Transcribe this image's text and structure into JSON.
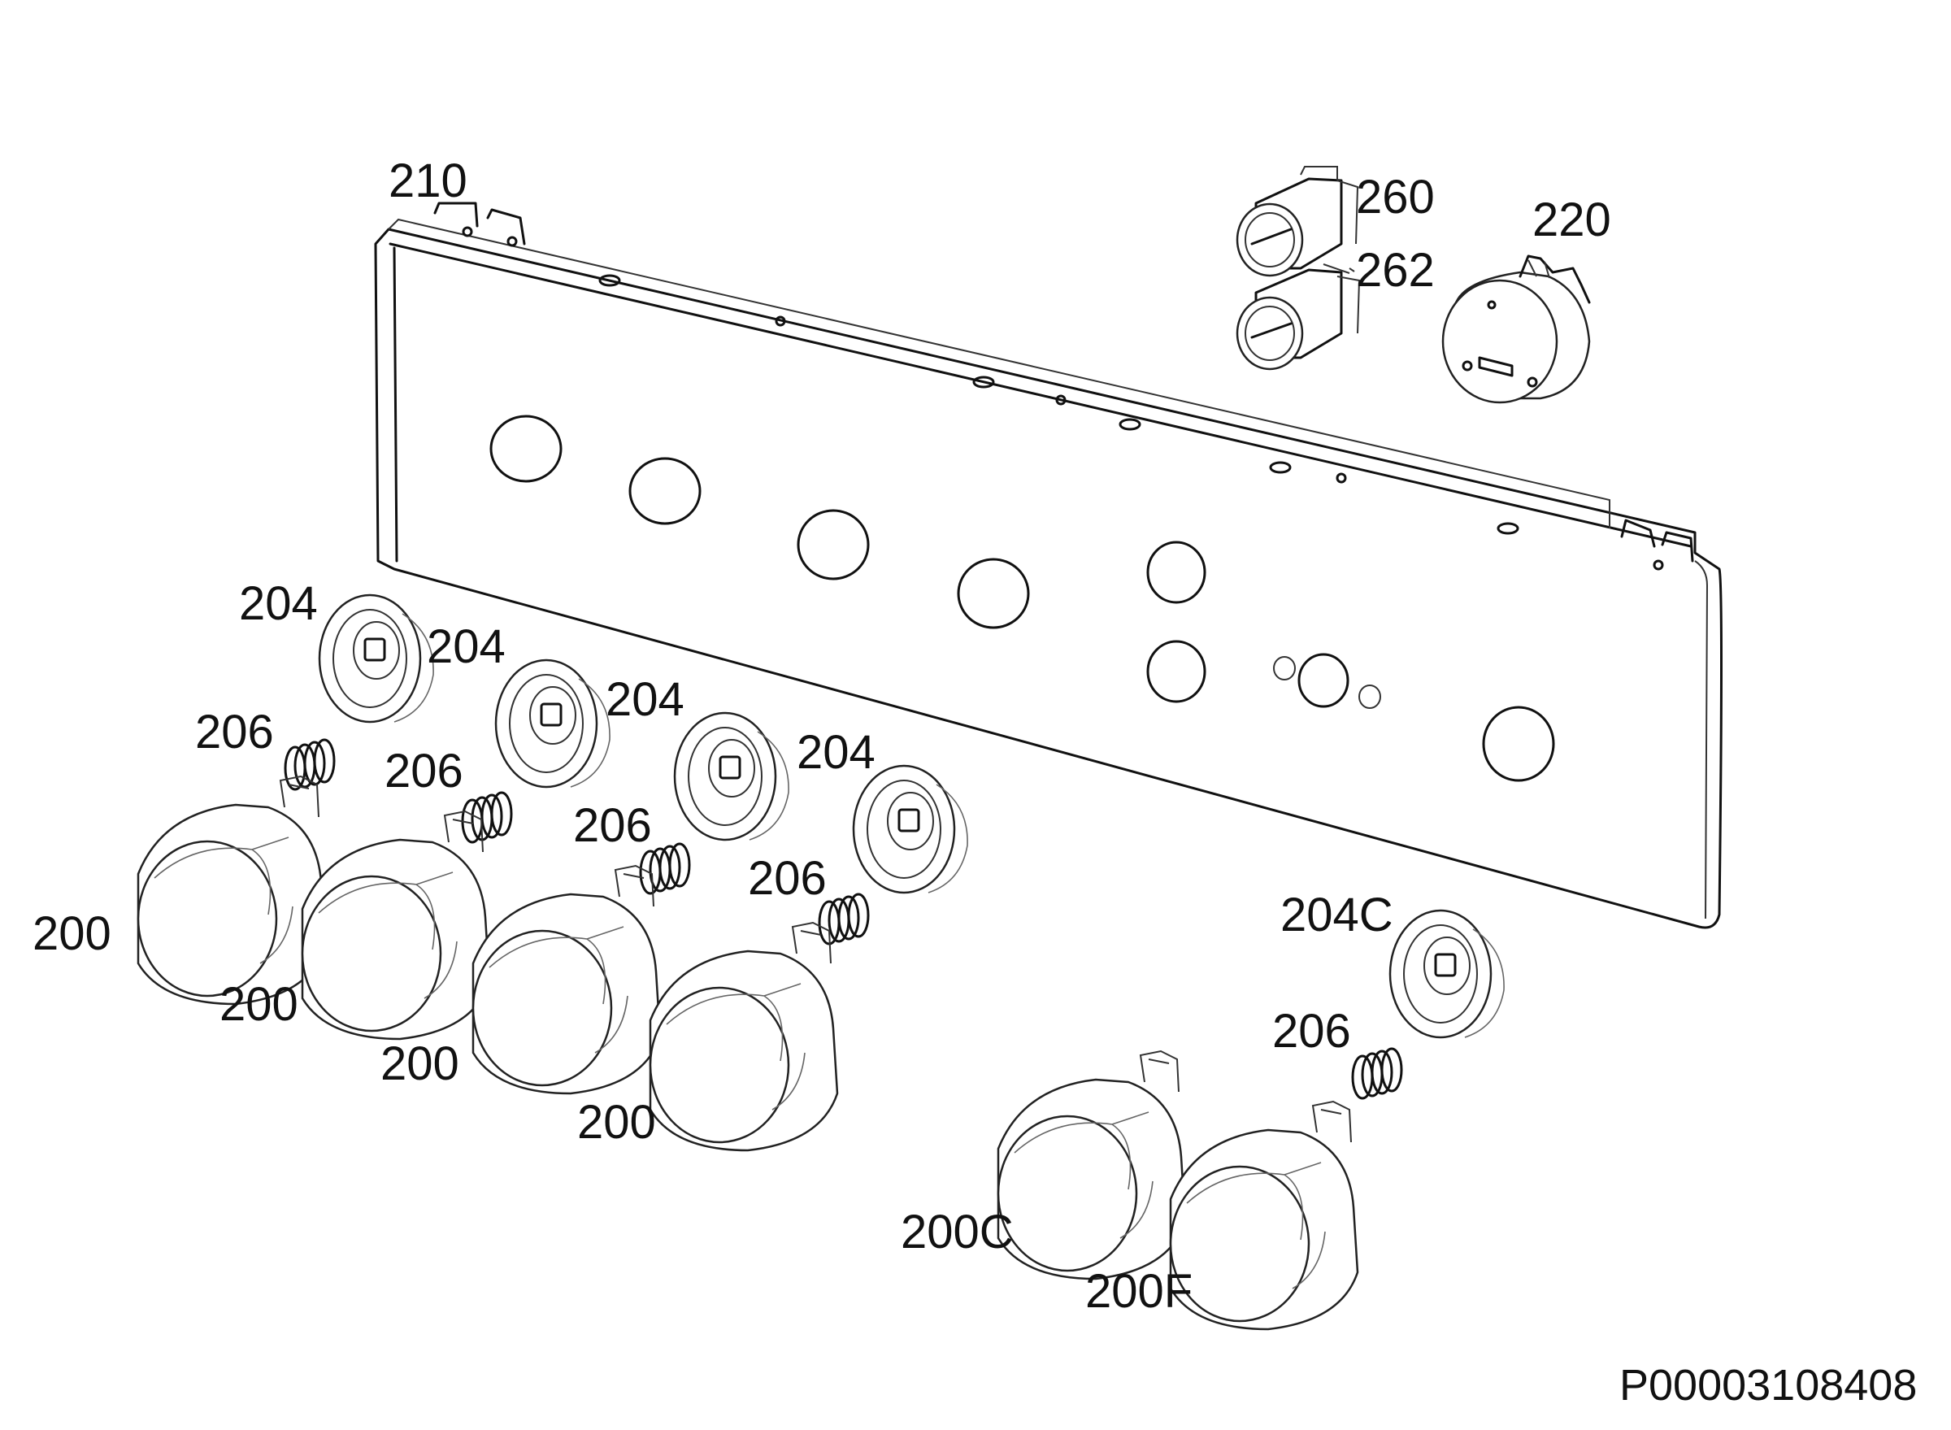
{
  "drawing_id": "P00003108408",
  "labels": {
    "panel": "210",
    "switch_upper": "260",
    "switch_lower": "262",
    "timer": "220",
    "bezel": "204",
    "bezel_c": "204C",
    "spring": "206",
    "knob": "200",
    "knob_c": "200C",
    "knob_f": "200F"
  }
}
